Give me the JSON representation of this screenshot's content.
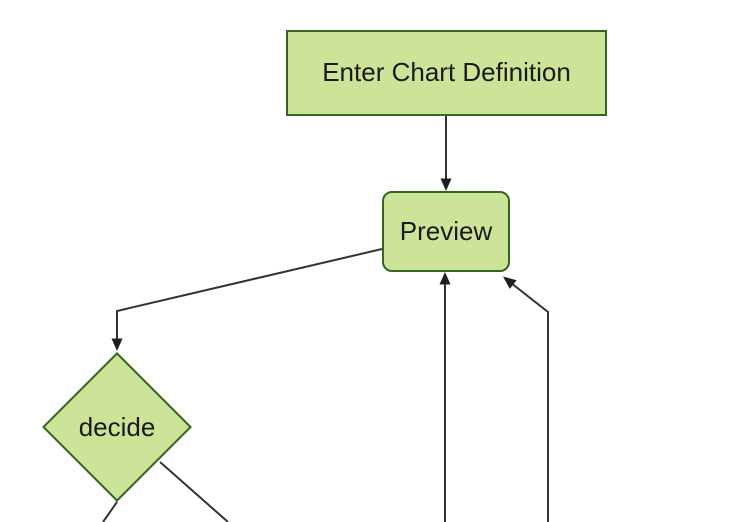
{
  "diagram": {
    "type": "flowchart",
    "orientation": "top-down",
    "background": "#ffffff",
    "colors": {
      "node_fill": "#cde498",
      "node_border": "#336622",
      "edge_line": "#333333",
      "arrowhead": "#1f1f1f",
      "label_text": "#1a1a1a",
      "background": "#ffffff"
    },
    "nodes": {
      "enter_chart_definition": {
        "label": "Enter Chart Definition",
        "shape": "rectangle"
      },
      "preview": {
        "label": "Preview",
        "shape": "rounded-rectangle"
      },
      "decide": {
        "label": "decide",
        "shape": "diamond"
      }
    },
    "edges": [
      {
        "from": "enter_chart_definition",
        "to": "preview",
        "arrow": true
      },
      {
        "from": "preview",
        "to": "decide",
        "arrow": true
      },
      {
        "from": "offscreen-bottom",
        "to": "preview",
        "arrow": true
      },
      {
        "from": "offscreen-bottom-right",
        "to": "preview",
        "arrow": true
      },
      {
        "from": "decide",
        "to": "offscreen-bottom-left",
        "arrow": false
      },
      {
        "from": "decide",
        "to": "offscreen-bottom-right",
        "arrow": false
      }
    ]
  }
}
